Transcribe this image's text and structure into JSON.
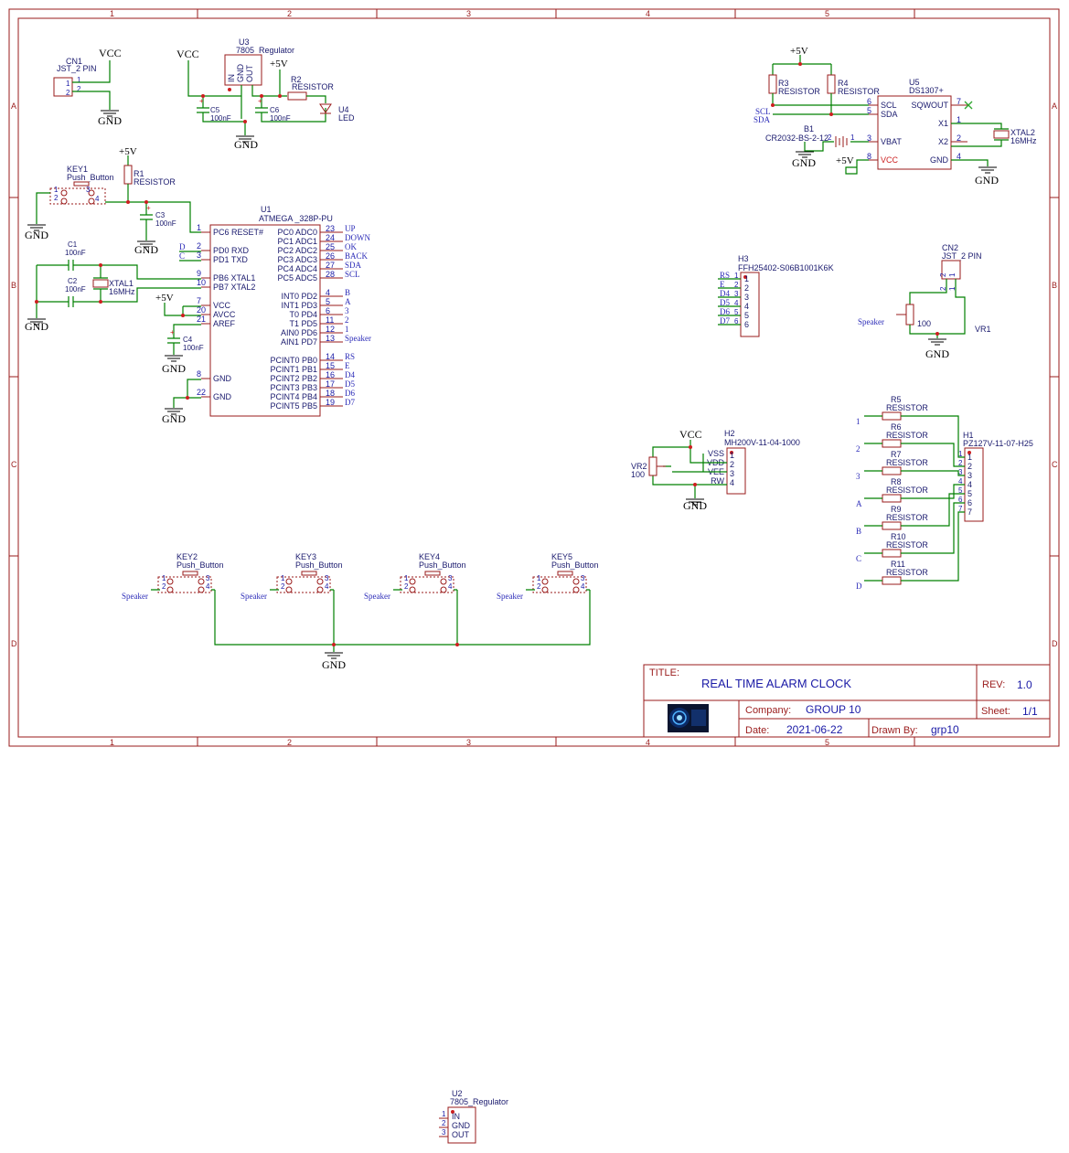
{
  "title_block": {
    "title_label": "TITLE:",
    "title": "REAL TIME ALARM CLOCK",
    "rev_label": "REV:",
    "rev": "1.0",
    "company_label": "Company:",
    "company": "GROUP 10",
    "sheet_label": "Sheet:",
    "sheet": "1/1",
    "date_label": "Date:",
    "date": "2021-06-22",
    "drawn_label": "Drawn By:",
    "drawn": "grp10"
  },
  "frame": {
    "cols": [
      "1",
      "2",
      "3",
      "4",
      "5"
    ],
    "rows": [
      "A",
      "B",
      "C",
      "D"
    ]
  },
  "nets": {
    "vcc": "VCC",
    "gnd": "GND",
    "p5v": "+5V",
    "scl": "SCL",
    "sda": "SDA",
    "speaker": "Speaker",
    "up": "UP",
    "down": "DOWN",
    "ok": "OK",
    "back": "BACK",
    "d": "D",
    "c": "C",
    "b": "B",
    "a": "A",
    "n1": "1",
    "n2": "2",
    "n3": "3",
    "rs": "RS",
    "e": "E",
    "d4": "D4",
    "d5": "D5",
    "d6": "D6",
    "d7": "D7"
  },
  "components": {
    "cn1": {
      "ref": "CN1",
      "value": "JST_2 PIN"
    },
    "u3": {
      "ref": "U3",
      "value": "7805_Regulator",
      "pins": [
        "IN",
        "GND",
        "OUT"
      ]
    },
    "r2": {
      "ref": "R2",
      "value": "RESISTOR"
    },
    "u4": {
      "ref": "U4",
      "value": "LED"
    },
    "c5": {
      "ref": "C5",
      "value": "100nF"
    },
    "c6": {
      "ref": "C6",
      "value": "100nF"
    },
    "key1": {
      "ref": "KEY1",
      "value": "Push_Button"
    },
    "r1": {
      "ref": "R1",
      "value": "RESISTOR"
    },
    "c3": {
      "ref": "C3",
      "value": "100nF"
    },
    "c1": {
      "ref": "C1",
      "value": "100nF"
    },
    "c2": {
      "ref": "C2",
      "value": "100nF"
    },
    "xtal1": {
      "ref": "XTAL1",
      "value": "16MHz"
    },
    "c4": {
      "ref": "C4",
      "value": "100nF"
    },
    "u1": {
      "ref": "U1",
      "value": "ATMEGA _328P-PU",
      "left_pins": [
        {
          "num": "1",
          "name": "PC6 RESET#"
        },
        {
          "num": "2",
          "name": "PD0 RXD"
        },
        {
          "num": "3",
          "name": "PD1 TXD"
        },
        {
          "num": "9",
          "name": "PB6 XTAL1"
        },
        {
          "num": "10",
          "name": "PB7 XTAL2"
        },
        {
          "num": "7",
          "name": "VCC"
        },
        {
          "num": "20",
          "name": "AVCC"
        },
        {
          "num": "21",
          "name": "AREF"
        },
        {
          "num": "8",
          "name": "GND"
        },
        {
          "num": "22",
          "name": "GND"
        }
      ],
      "right_pins": [
        {
          "num": "23",
          "name": "PC0 ADC0"
        },
        {
          "num": "24",
          "name": "PC1 ADC1"
        },
        {
          "num": "25",
          "name": "PC2 ADC2"
        },
        {
          "num": "26",
          "name": "PC3 ADC3"
        },
        {
          "num": "27",
          "name": "PC4 ADC4"
        },
        {
          "num": "28",
          "name": "PC5 ADC5"
        },
        {
          "num": "4",
          "name": "INT0 PD2"
        },
        {
          "num": "5",
          "name": "INT1 PD3"
        },
        {
          "num": "6",
          "name": "T0 PD4"
        },
        {
          "num": "11",
          "name": "T1 PD5"
        },
        {
          "num": "12",
          "name": "AIN0 PD6"
        },
        {
          "num": "13",
          "name": "AIN1 PD7"
        },
        {
          "num": "14",
          "name": "PCINT0 PB0"
        },
        {
          "num": "15",
          "name": "PCINT1 PB1"
        },
        {
          "num": "16",
          "name": "PCINT2 PB2"
        },
        {
          "num": "17",
          "name": "PCINT3 PB3"
        },
        {
          "num": "18",
          "name": "PCINT4 PB4"
        },
        {
          "num": "19",
          "name": "PCINT5 PB5"
        }
      ]
    },
    "r3": {
      "ref": "R3",
      "value": "RESISTOR"
    },
    "r4": {
      "ref": "R4",
      "value": "RESISTOR"
    },
    "u5": {
      "ref": "U5",
      "value": "DS1307+",
      "left_pins": [
        {
          "num": "6",
          "name": "SCL"
        },
        {
          "num": "5",
          "name": "SDA"
        },
        {
          "num": "3",
          "name": "VBAT"
        },
        {
          "num": "8",
          "name": "VCC"
        }
      ],
      "right_pins": [
        {
          "num": "7",
          "name": "SQWOUT"
        },
        {
          "num": "1",
          "name": "X1"
        },
        {
          "num": "2",
          "name": "X2"
        },
        {
          "num": "4",
          "name": "GND"
        }
      ]
    },
    "b1": {
      "ref": "B1",
      "value": "CR2032-BS-2-12",
      "pins": [
        "2",
        "1"
      ]
    },
    "xtal2": {
      "ref": "XTAL2",
      "value": "16MHz"
    },
    "h3": {
      "ref": "H3",
      "value": "FFH25402-S06B1001K6K",
      "pins": [
        "1",
        "2",
        "3",
        "4",
        "5",
        "6"
      ]
    },
    "cn2": {
      "ref": "CN2",
      "value": "JST_2 PIN",
      "pins": [
        "2",
        "1"
      ]
    },
    "vr1": {
      "ref": "VR1",
      "value": "100"
    },
    "vr2": {
      "ref": "VR2",
      "value": "100"
    },
    "h2": {
      "ref": "H2",
      "value": "MH200V-11-04-1000",
      "pins": [
        "1",
        "2",
        "3",
        "4"
      ],
      "pin_names": [
        "VSS",
        "VDD",
        "VEE",
        "RW"
      ]
    },
    "h1": {
      "ref": "H1",
      "value": "PZ127V-11-07-H25",
      "pins": [
        "1",
        "2",
        "3",
        "4",
        "5",
        "6",
        "7"
      ]
    },
    "r5": {
      "ref": "R5",
      "value": "RESISTOR"
    },
    "r6": {
      "ref": "R6",
      "value": "RESISTOR"
    },
    "r7": {
      "ref": "R7",
      "value": "RESISTOR"
    },
    "r8": {
      "ref": "R8",
      "value": "RESISTOR"
    },
    "r9": {
      "ref": "R9",
      "value": "RESISTOR"
    },
    "r10": {
      "ref": "R10",
      "value": "RESISTOR"
    },
    "r11": {
      "ref": "R11",
      "value": "RESISTOR"
    },
    "key2": {
      "ref": "KEY2",
      "value": "Push_Button"
    },
    "key3": {
      "ref": "KEY3",
      "value": "Push_Button"
    },
    "key4": {
      "ref": "KEY4",
      "value": "Push_Button"
    },
    "key5": {
      "ref": "KEY5",
      "value": "Push_Button"
    },
    "u2": {
      "ref": "U2",
      "value": "7805_Regulator",
      "pins": [
        "IN",
        "GND",
        "OUT"
      ]
    }
  },
  "pin_numbers": {
    "one": "1",
    "two": "2",
    "three": "3",
    "four": "4"
  }
}
